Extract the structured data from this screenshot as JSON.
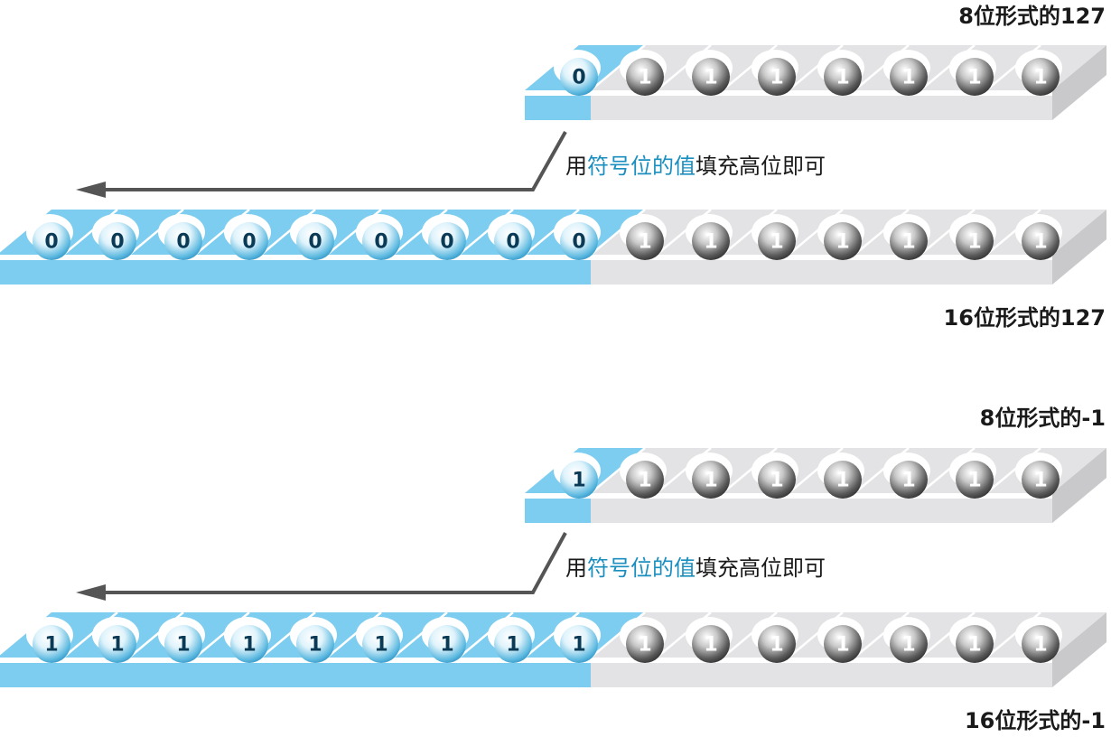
{
  "colors": {
    "sign_blue": "#7dcdf0",
    "register_gray": "#e3e3e5",
    "arrow": "#555555",
    "highlight_text": "#1a8fbf"
  },
  "examples": [
    {
      "label_8bit": "8位形式的127",
      "label_16bit": "16位形式的127",
      "bits_8": [
        "0",
        "1",
        "1",
        "1",
        "1",
        "1",
        "1",
        "1"
      ],
      "bits_16": [
        "0",
        "0",
        "0",
        "0",
        "0",
        "0",
        "0",
        "0",
        "0",
        "1",
        "1",
        "1",
        "1",
        "1",
        "1",
        "1"
      ],
      "caption": {
        "prefix": "用",
        "highlight": "符号位的值",
        "suffix": "填充高位即可"
      }
    },
    {
      "label_8bit": "8位形式的-1",
      "label_16bit": "16位形式的-1",
      "bits_8": [
        "1",
        "1",
        "1",
        "1",
        "1",
        "1",
        "1",
        "1"
      ],
      "bits_16": [
        "1",
        "1",
        "1",
        "1",
        "1",
        "1",
        "1",
        "1",
        "1",
        "1",
        "1",
        "1",
        "1",
        "1",
        "1",
        "1"
      ],
      "caption": {
        "prefix": "用",
        "highlight": "符号位的值",
        "suffix": "填充高位即可"
      }
    }
  ]
}
